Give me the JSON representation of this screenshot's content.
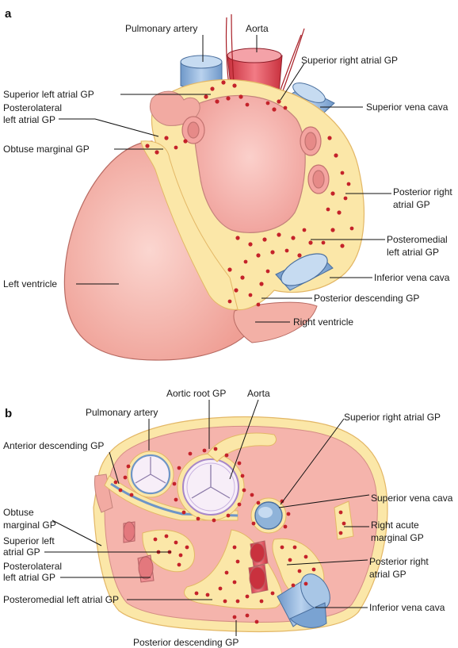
{
  "panels": [
    {
      "letter": "a",
      "labels": {
        "pulmonary_artery": "Pulmonary artery",
        "aorta": "Aorta",
        "superior_right_atrial_gp": "Superior right atrial GP",
        "superior_left_atrial_gp": "Superior left atrial GP",
        "superior_vena_cava": "Superior vena cava",
        "posterolateral_1": "Posterolateral",
        "posterolateral_2": "left atrial GP",
        "obtuse_marginal_gp": "Obtuse marginal GP",
        "posterior_right_1": "Posterior right",
        "posterior_right_2": "atrial GP",
        "posteromedial_1": "Posteromedial",
        "posteromedial_2": "left atrial GP",
        "left_ventricle": "Left ventricle",
        "inferior_vena_cava": "Inferior vena cava",
        "posterior_descending_gp": "Posterior descending GP",
        "right_ventricle": "Right ventricle"
      }
    },
    {
      "letter": "b",
      "labels": {
        "aortic_root_gp": "Aortic root GP",
        "aorta": "Aorta",
        "pulmonary_artery": "Pulmonary artery",
        "superior_right_atrial_gp": "Superior right atrial GP",
        "anterior_descending_gp": "Anterior descending GP",
        "superior_vena_cava": "Superior vena cava",
        "obtuse_1": "Obtuse",
        "obtuse_2": "marginal GP",
        "right_acute_1": "Right acute",
        "right_acute_2": "marginal GP",
        "superior_left_1": "Superior left",
        "superior_left_2": "atrial GP",
        "posterolateral_1": "Posterolateral",
        "posterolateral_2": "left atrial GP",
        "posterior_right_1": "Posterior right",
        "posterior_right_2": "atrial GP",
        "posteromedial_left_atrial_gp": "Posteromedial left atrial GP",
        "inferior_vena_cava": "Inferior vena cava",
        "posterior_descending_gp": "Posterior descending GP"
      }
    }
  ],
  "colors": {
    "ventricle": "#f3b3a9",
    "atrium": "#f5b7b0",
    "fat": "#fbe7a8",
    "fat_edge": "#e9c070",
    "ganglia": "#c4222a",
    "vein": "#8fb3d9",
    "artery": "#e05562",
    "valve": "#f7eef8"
  }
}
